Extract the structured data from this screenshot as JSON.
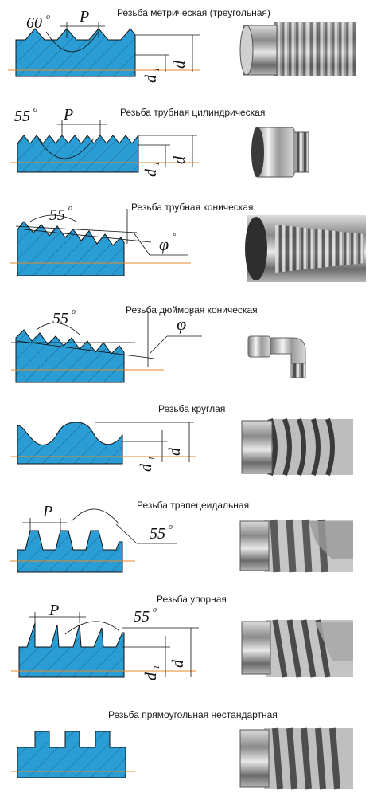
{
  "colors": {
    "thread_fill": "#2a9ed4",
    "hatch": "#1b5f86",
    "axis": "#e58a2a",
    "line": "#111111"
  },
  "sections": [
    {
      "title": "Резьба метрическая (треугольная)",
      "angle": "60",
      "pitch": "P",
      "d": "d",
      "d1": "d",
      "d1_sub": "1"
    },
    {
      "title": "Резьба трубная цилиндрическая",
      "angle": "55",
      "pitch": "P",
      "d": "d",
      "d1": "d",
      "d1_sub": "1"
    },
    {
      "title": "Резьба трубная коническая",
      "angle": "55",
      "phi": "φ"
    },
    {
      "title": "Резьба дюймовая коническая",
      "angle": "55",
      "phi": "φ"
    },
    {
      "title": "Резьба круглая",
      "d": "d",
      "d1": "d",
      "d1_sub": "1"
    },
    {
      "title": "Резьба трапецеидальная",
      "angle": "55",
      "pitch": "P"
    },
    {
      "title": "Резьба упорная",
      "angle": "55",
      "pitch": "P",
      "d": "d",
      "d1": "d",
      "d1_sub": "1"
    },
    {
      "title": "Резьба прямоугольная нестандартная"
    }
  ],
  "photo_icons": [
    "threaded-rod-icon",
    "pipe-fitting-icon",
    "tapered-pipe-icon",
    "elbow-fitting-icon",
    "round-thread-rod-icon",
    "trapezoid-thread-rod-icon",
    "buttress-thread-rod-icon",
    "square-thread-rod-icon"
  ]
}
